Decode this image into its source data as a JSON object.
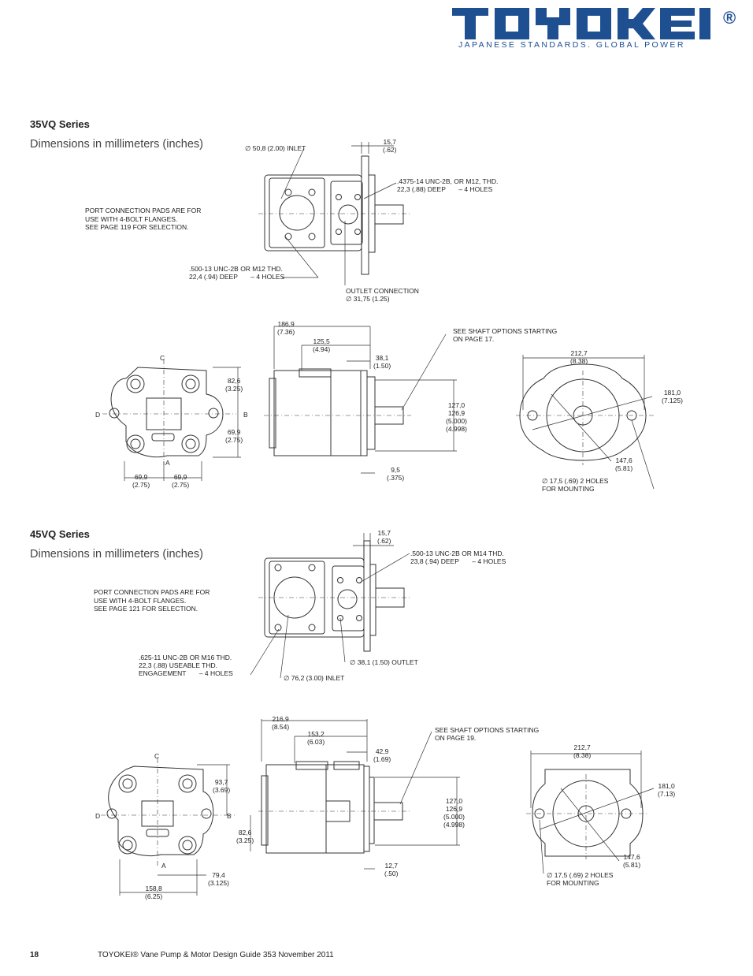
{
  "brand": {
    "name": "TOYOKEI",
    "registered": "®",
    "tagline": "JAPANESE STANDARDS. GLOBAL POWER",
    "color": "#1d4f91"
  },
  "sections": [
    {
      "title": "35VQ Series",
      "subtitle": "Dimensions in millimeters (inches)",
      "port_note": "PORT CONNECTION PADS ARE FOR\nUSE WITH 4-BOLT FLANGES.\nSEE PAGE 119 FOR SELECTION.",
      "labels": {
        "inlet": "∅ 50,8 (2.00) INLET",
        "flange_thk": "15,7\n(.62)",
        "outlet_thread": ".4375-14 UNC-2B, OR M12, THD.\n22,3 (.88) DEEP       – 4 HOLES",
        "inlet_thread": ".500-13 UNC-2B OR M12 THD.\n22,4 (.94) DEEP       – 4 HOLES",
        "outlet_conn": "OUTLET CONNECTION\n∅ 31,75 (1.25)",
        "shaft_note": "SEE SHAFT OPTIONS STARTING\nON PAGE 17.",
        "len_total": "186,9\n(7.36)",
        "len_mid": "125,5\n(4.94)",
        "len_flange": "38,1\n(1.50)",
        "pilot": "127,0\n126,9\n(5.000)\n(4.998)",
        "shaft_len": "9,5\n(.375)",
        "h_upper": "82,6\n(3.25)",
        "h_lower": "69,9\n(2.75)",
        "w_left": "69,9\n(2.75)",
        "w_right": "69,9\n(2.75)",
        "mount_width": "212,7\n(8.38)",
        "bolt_circle": "181,0\n(7.125)",
        "mount_diam": "147,6\n(5.81)",
        "mount_holes": "∅ 17,5 (.69) 2 HOLES\nFOR MOUNTING",
        "port_c": "C",
        "port_d": "D",
        "port_b": "B",
        "port_a": "A"
      }
    },
    {
      "title": "45VQ Series",
      "subtitle": "Dimensions in millimeters (inches)",
      "port_note": "PORT CONNECTION PADS ARE FOR\nUSE WITH 4-BOLT FLANGES.\nSEE PAGE 121 FOR SELECTION.",
      "labels": {
        "flange_thk": "15,7\n(.62)",
        "outlet_thread": ".500-13 UNC-2B OR M14 THD.\n23,8 (.94) DEEP       – 4 HOLES",
        "inlet_thread": ".625-11 UNC-2B OR M16 THD.\n22,3 (.88) USEABLE THD.\nENGAGEMENT       – 4 HOLES",
        "outlet": "∅ 38,1 (1.50) OUTLET",
        "inlet": "∅ 76,2 (3.00) INLET",
        "shaft_note": "SEE SHAFT OPTIONS STARTING\nON PAGE 19.",
        "len_total": "216,9\n(8.54)",
        "len_mid": "153,2\n(6.03)",
        "len_flange": "42,9\n(1.69)",
        "pilot": "127,0\n126,9\n(5.000)\n(4.998)",
        "shaft_len": "12,7\n(.50)",
        "h_upper": "93,7\n(3.69)",
        "h_lower": "82,6\n(3.25)",
        "w_total": "158,8\n(6.25)",
        "w_half": "79,4\n(3.125)",
        "mount_width": "212,7\n(8.38)",
        "bolt_circle": "181,0\n(7.13)",
        "mount_diam": "147,6\n(5.81)",
        "mount_holes": "∅ 17,5 (.69) 2 HOLES\nFOR MOUNTING",
        "port_c": "C",
        "port_d": "D",
        "port_b": "B",
        "port_a": "A"
      }
    }
  ],
  "footer": {
    "page_number": "18",
    "text": "TOYOKEI® Vane Pump & Motor Design Guide  353  November 2011"
  }
}
